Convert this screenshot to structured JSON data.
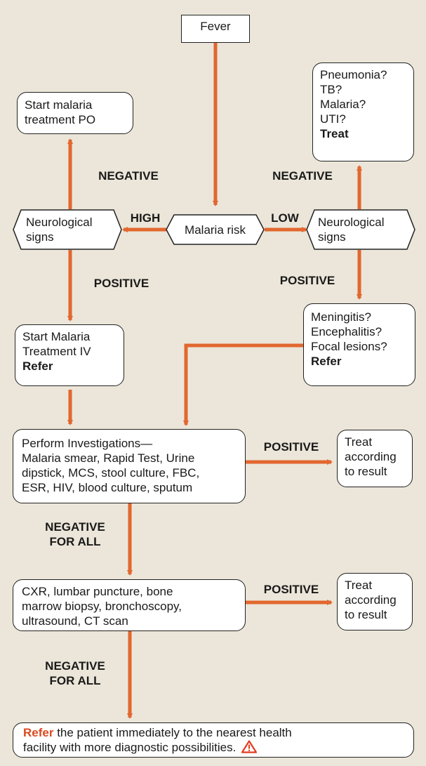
{
  "colors": {
    "background": "#ebe6d9",
    "arrow": "#e2672f",
    "refer_red": "#d94a1e",
    "warning": "#e23c1f"
  },
  "nodes": {
    "fever": "Fever",
    "malaria_risk": "Malaria risk",
    "neuro_left": [
      "Neurological",
      "signs"
    ],
    "neuro_right": [
      "Neurological",
      "signs"
    ],
    "start_po": [
      "Start malaria",
      "treatment PO"
    ],
    "start_iv": {
      "lines": [
        "Start Malaria",
        "Treatment IV"
      ],
      "bold": "Refer"
    },
    "pneumonia": {
      "lines": [
        "Pneumonia?",
        "TB?",
        "Malaria?",
        "UTI?"
      ],
      "bold": "Treat"
    },
    "meningitis": {
      "lines": [
        "Meningitis?",
        "Encephalitis?",
        "Focal lesions?"
      ],
      "bold": "Refer"
    },
    "investigations": [
      "Perform Investigations—",
      "Malaria smear, Rapid Test, Urine",
      "dipstick, MCS, stool culture, FBC,",
      "ESR, HIV, blood culture, sputum"
    ],
    "treat1": [
      "Treat",
      "according",
      "to result"
    ],
    "cxr": [
      "CXR, lumbar puncture, bone",
      "marrow biopsy, bronchoscopy,",
      "ultrasound, CT scan"
    ],
    "treat2": [
      "Treat",
      "according",
      "to result"
    ],
    "refer_final": {
      "bold_red": "Refer",
      "line1": " the patient immediately to the nearest health",
      "line2": "facility with more diagnostic possibilities.",
      "icon": "warning-icon"
    }
  },
  "labels": {
    "high": "HIGH",
    "low": "LOW",
    "negative_left": "NEGATIVE",
    "negative_right": "NEGATIVE",
    "positive_left": "POSITIVE",
    "positive_right": "POSITIVE",
    "positive_mid1": "POSITIVE",
    "positive_mid2": "POSITIVE",
    "neg_all_1": [
      "NEGATIVE",
      "FOR ALL"
    ],
    "neg_all_2": [
      "NEGATIVE",
      "FOR ALL"
    ]
  }
}
